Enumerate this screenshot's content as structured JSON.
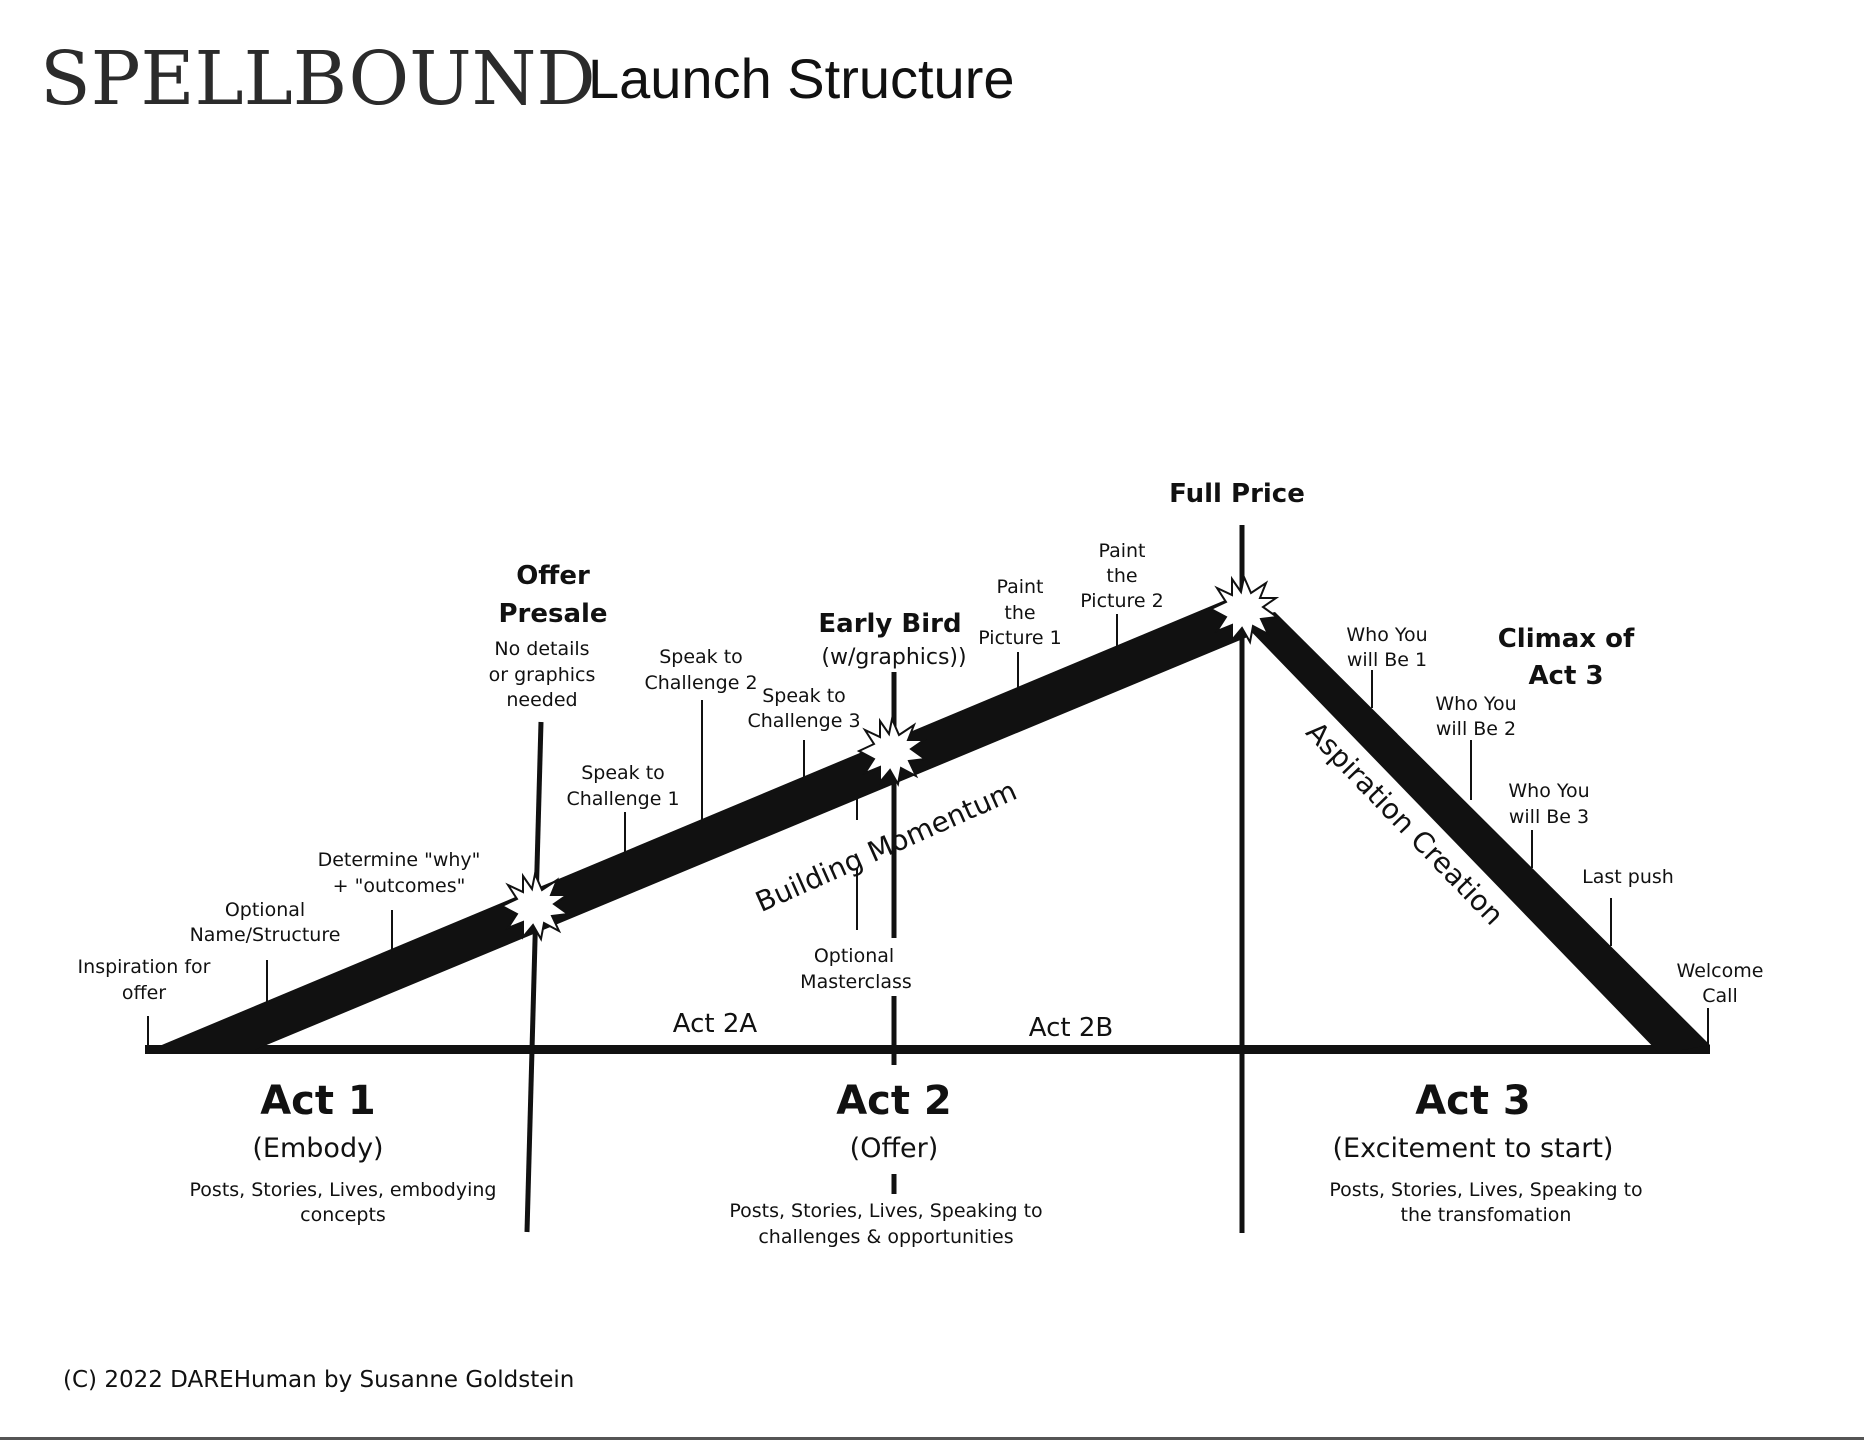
{
  "header": {
    "brand": "SPELLBOUND",
    "subtitle": "Launch Structure"
  },
  "milestones": {
    "offer_presale": [
      "Offer",
      "Presale"
    ],
    "offer_presale_note": [
      "No details",
      "or graphics",
      "needed"
    ],
    "early_bird": "Early Bird",
    "early_bird_note": "(w/graphics))",
    "full_price": "Full Price",
    "climax": [
      "Climax of",
      "Act 3"
    ]
  },
  "rising_steps": {
    "inspiration": [
      "Inspiration for",
      "offer"
    ],
    "optional_name": [
      "Optional",
      "Name/Structure"
    ],
    "determine_why": [
      "Determine \"why\"",
      "+ \"outcomes\""
    ],
    "challenge_1": [
      "Speak to",
      "Challenge 1"
    ],
    "challenge_2": [
      "Speak to",
      "Challenge 2"
    ],
    "challenge_3": [
      "Speak to",
      "Challenge 3"
    ],
    "picture_1": [
      "Paint",
      "the",
      "Picture 1"
    ],
    "picture_2": [
      "Paint",
      "the",
      "Picture 2"
    ],
    "masterclass": [
      "Optional",
      "Masterclass"
    ]
  },
  "falling_steps": {
    "who_1": [
      "Who You",
      "will Be 1"
    ],
    "who_2": [
      "Who You",
      "will Be 2"
    ],
    "who_3": [
      "Who You",
      "will Be 3"
    ],
    "last_push": "Last push",
    "welcome_call": [
      "Welcome",
      "Call"
    ]
  },
  "slope_labels": {
    "building": "Building Momentum",
    "aspiration": "Aspiration Creation"
  },
  "baseline": {
    "act_2a": "Act 2A",
    "act_2b": "Act 2B"
  },
  "acts": [
    {
      "title": "Act 1",
      "subtitle": "(Embody)",
      "desc": [
        "Posts, Stories, Lives, embodying",
        "concepts"
      ]
    },
    {
      "title": "Act 2",
      "subtitle": "(Offer)",
      "desc": [
        "Posts, Stories, Lives, Speaking to",
        "challenges & opportunities"
      ]
    },
    {
      "title": "Act 3",
      "subtitle": "(Excitement to start)",
      "desc": [
        "Posts, Stories, Lives, Speaking to",
        "the transfomation"
      ]
    }
  ],
  "footer": {
    "copyright": "(C) 2022 DAREHuman by Susanne Goldstein"
  },
  "colors": {
    "ink": "#111111",
    "brand_ink": "#2b2b2b",
    "background": "#ffffff"
  },
  "icons": {
    "milestone": "starburst-icon"
  }
}
